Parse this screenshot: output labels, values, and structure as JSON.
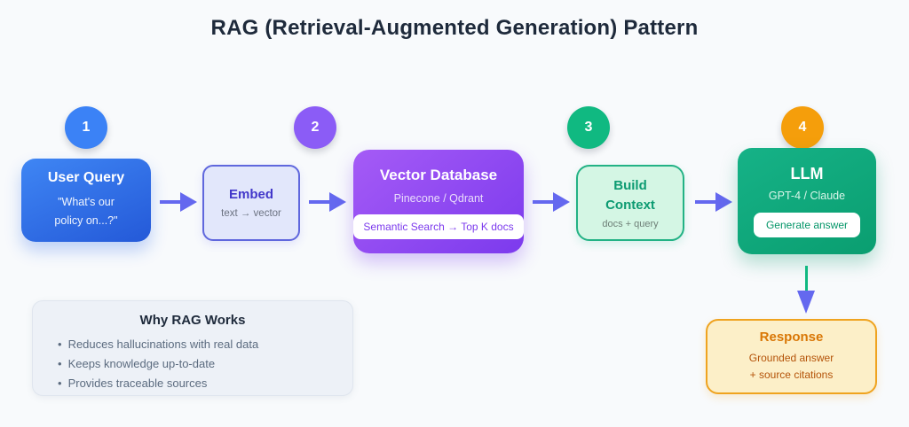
{
  "title": "RAG (Retrieval-Augmented Generation) Pattern",
  "colors": {
    "background": "#f8fafc",
    "arrow": "#6468ef",
    "step1": "#3b82f6",
    "step2": "#8b5cf6",
    "step3": "#10b981",
    "step4": "#f59e0b",
    "user_query_gradient": [
      "#3f86f4",
      "#2459d8"
    ],
    "vector_db_gradient": [
      "#a55bf6",
      "#7c3aed"
    ],
    "llm_gradient": [
      "#16b287",
      "#0a9e70"
    ],
    "response_bg": "#fcefc8",
    "response_border": "#efa31f"
  },
  "steps": [
    {
      "number": "1"
    },
    {
      "number": "2"
    },
    {
      "number": "3"
    },
    {
      "number": "4"
    }
  ],
  "nodes": {
    "user_query": {
      "title": "User Query",
      "subtitle": "\"What's our\npolicy on...?\""
    },
    "embed": {
      "title": "Embed",
      "subtitle": "text → vector"
    },
    "vector_db": {
      "title": "Vector Database",
      "subtitle": "Pinecone / Qdrant",
      "badge": "Semantic Search → Top K docs"
    },
    "build_context": {
      "title": "Build\nContext",
      "subtitle": "docs + query"
    },
    "llm": {
      "title": "LLM",
      "subtitle": "GPT-4 / Claude",
      "badge": "Generate answer"
    },
    "response": {
      "title": "Response",
      "subtitle": "Grounded answer\n+ source citations"
    }
  },
  "why_box": {
    "title": "Why RAG Works",
    "bullet_glyph": "•",
    "bullets": [
      "Reduces hallucinations with real data",
      "Keeps knowledge up-to-date",
      "Provides traceable sources"
    ]
  }
}
